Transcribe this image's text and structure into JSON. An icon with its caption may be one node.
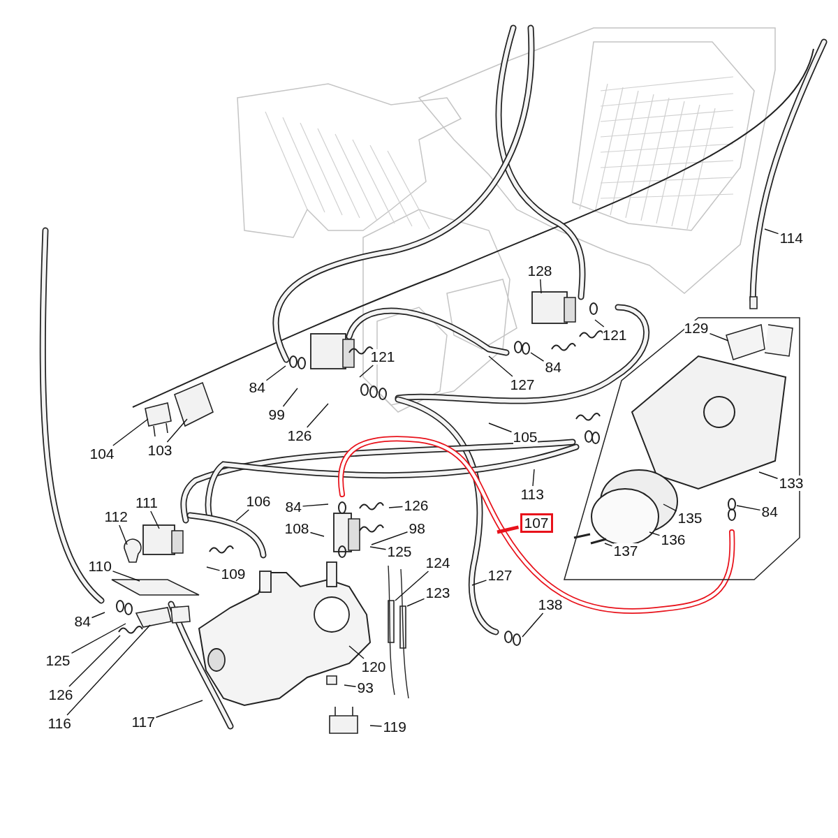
{
  "diagram": {
    "nodes": [
      {
        "text": [
          "114"
        ]
      },
      {
        "text": [
          "128"
        ]
      },
      {
        "text": [
          "129"
        ]
      },
      {
        "text": [
          "121"
        ]
      },
      {
        "text": [
          "121"
        ]
      },
      {
        "text": [
          "84"
        ]
      },
      {
        "text": [
          "127"
        ]
      },
      {
        "text": [
          "84"
        ]
      },
      {
        "text": [
          "99"
        ]
      },
      {
        "text": [
          "105"
        ]
      },
      {
        "text": [
          "126"
        ]
      },
      {
        "text": [
          "104"
        ]
      },
      {
        "text": [
          "103"
        ]
      },
      {
        "text": [
          "133"
        ]
      },
      {
        "text": [
          "113"
        ]
      },
      {
        "text": [
          "111"
        ]
      },
      {
        "text": [
          "106"
        ]
      },
      {
        "text": [
          "84"
        ]
      },
      {
        "text": [
          "126"
        ]
      },
      {
        "text": [
          "84"
        ]
      },
      {
        "text": [
          "135"
        ]
      },
      {
        "text": [
          "112"
        ]
      },
      {
        "text": [
          "108"
        ]
      },
      {
        "text": [
          "107"
        ]
      },
      {
        "text": [
          "98"
        ]
      },
      {
        "text": [
          "136"
        ]
      },
      {
        "text": [
          "137"
        ]
      },
      {
        "text": [
          "125"
        ]
      },
      {
        "text": [
          "124"
        ]
      },
      {
        "text": [
          "110"
        ]
      },
      {
        "text": [
          "109"
        ]
      },
      {
        "text": [
          "127"
        ]
      },
      {
        "text": [
          "123"
        ]
      },
      {
        "text": [
          "138"
        ]
      },
      {
        "text": [
          "84"
        ]
      },
      {
        "text": [
          "125"
        ]
      },
      {
        "text": [
          "120"
        ]
      },
      {
        "text": [
          "93"
        ]
      },
      {
        "text": [
          "126"
        ]
      },
      {
        "text": [
          "116"
        ]
      },
      {
        "text": [
          "117"
        ]
      },
      {
        "text": [
          "119"
        ]
      }
    ],
    "edges": [
      {
        "from": 0,
        "to": null,
        "arrow": "none"
      },
      {
        "from": 1,
        "to": null,
        "arrow": "none"
      },
      {
        "from": 2,
        "to": null,
        "arrow": "none"
      },
      {
        "from": 3,
        "to": null,
        "arrow": "none"
      },
      {
        "from": 4,
        "to": null,
        "arrow": "none"
      },
      {
        "from": 5,
        "to": null,
        "arrow": "none"
      },
      {
        "from": 6,
        "to": null,
        "arrow": "none"
      },
      {
        "from": 7,
        "to": null,
        "arrow": "none"
      },
      {
        "from": 8,
        "to": null,
        "arrow": "none"
      },
      {
        "from": 9,
        "to": null,
        "arrow": "none"
      },
      {
        "from": 10,
        "to": null,
        "arrow": "none"
      },
      {
        "from": 11,
        "to": null,
        "arrow": "none"
      },
      {
        "from": 12,
        "to": null,
        "arrow": "none"
      },
      {
        "from": 13,
        "to": null,
        "arrow": "none"
      },
      {
        "from": 14,
        "to": null,
        "arrow": "none"
      },
      {
        "from": 15,
        "to": null,
        "arrow": "none"
      },
      {
        "from": 16,
        "to": null,
        "arrow": "none"
      },
      {
        "from": 17,
        "to": null,
        "arrow": "none"
      },
      {
        "from": 18,
        "to": null,
        "arrow": "none"
      },
      {
        "from": 19,
        "to": null,
        "arrow": "none"
      },
      {
        "from": 20,
        "to": null,
        "arrow": "none"
      },
      {
        "from": 21,
        "to": null,
        "arrow": "none"
      },
      {
        "from": 22,
        "to": null,
        "arrow": "none"
      },
      {
        "from": 23,
        "to": null,
        "arrow": "none",
        "style": "thick",
        "color": "#e8121b"
      },
      {
        "from": 24,
        "to": null,
        "arrow": "none"
      },
      {
        "from": 25,
        "to": null,
        "arrow": "none"
      },
      {
        "from": 26,
        "to": null,
        "arrow": "none"
      },
      {
        "from": 27,
        "to": null,
        "arrow": "none"
      },
      {
        "from": 28,
        "to": null,
        "arrow": "none"
      },
      {
        "from": 29,
        "to": null,
        "arrow": "none"
      },
      {
        "from": 30,
        "to": null,
        "arrow": "none"
      },
      {
        "from": 31,
        "to": null,
        "arrow": "none"
      },
      {
        "from": 32,
        "to": null,
        "arrow": "none"
      },
      {
        "from": 33,
        "to": null,
        "arrow": "none"
      },
      {
        "from": 34,
        "to": null,
        "arrow": "none"
      },
      {
        "from": 35,
        "to": null,
        "arrow": "none"
      },
      {
        "from": 36,
        "to": null,
        "arrow": "none"
      },
      {
        "from": 37,
        "to": null,
        "arrow": "none"
      },
      {
        "from": 38,
        "to": null,
        "arrow": "none"
      },
      {
        "from": 39,
        "to": null,
        "arrow": "none"
      },
      {
        "from": 40,
        "to": null,
        "arrow": "none"
      },
      {
        "from": 41,
        "to": null,
        "arrow": "none"
      }
    ]
  }
}
